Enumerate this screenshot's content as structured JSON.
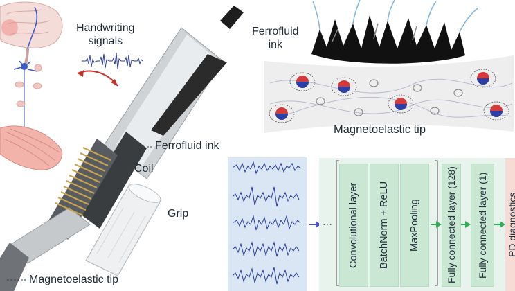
{
  "labels": {
    "handwriting_signals": [
      "Handwriting",
      "signals"
    ],
    "ferrofluid_ink_top": [
      "Ferrofluid",
      "ink"
    ],
    "magnetoelastic_tip_top": "Magnetoelastic tip",
    "ferrofluid_ink_pen": "Ferrofluid ink",
    "coil": "Coil",
    "grip": "Grip",
    "magnetoelastic_tip_bottom": "Magnetoelastic tip"
  },
  "network": {
    "layers": [
      "Convolutional layer",
      "BatchNorm + ReLU",
      "MaxPooling",
      "Fully connected layer (128)",
      "Fully connected layer (1)"
    ],
    "output": "PD diagnostics"
  },
  "colors": {
    "signal_blue": "#2a3c9e",
    "layer_green": "#c9e7d3",
    "arrow_green": "#2fae52",
    "arrow_blue": "#4b55c9",
    "arrow_red": "#c8322b",
    "output_pink": "#f7dcd6"
  }
}
